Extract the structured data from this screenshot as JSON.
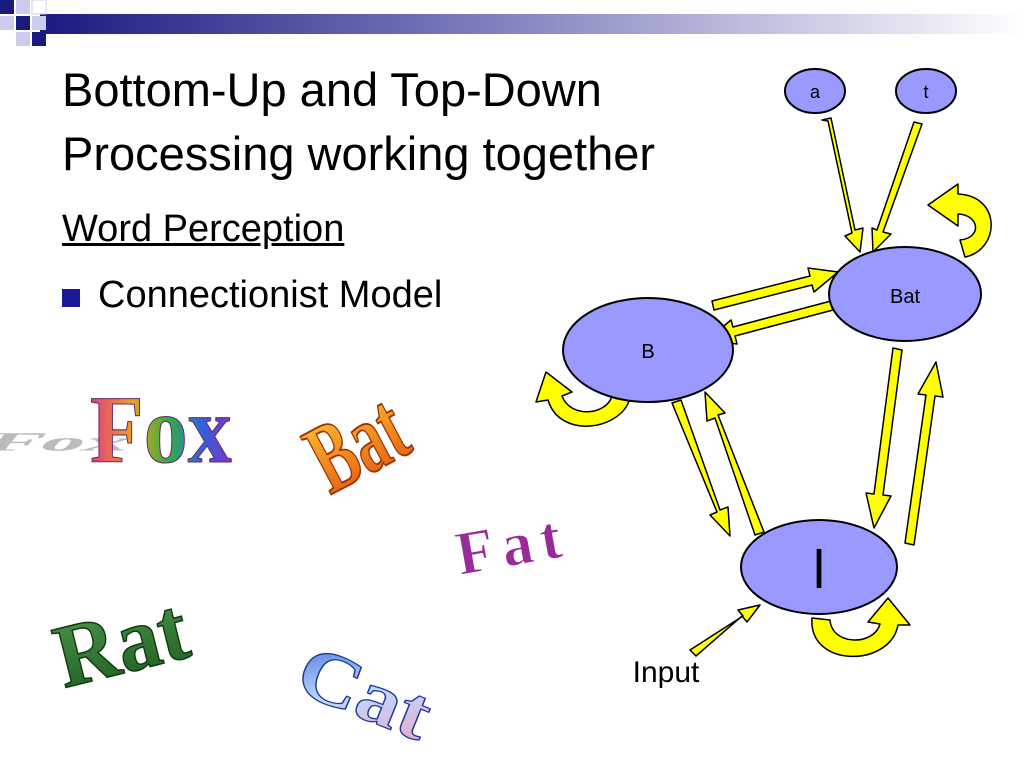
{
  "slide": {
    "title_line1": "Bottom-Up and Top-Down",
    "title_line2": "Processing working together",
    "subtitle": "Word Perception",
    "bullet": "Connectionist Model"
  },
  "diagram": {
    "node_a": "a",
    "node_t": "t",
    "node_bat": "Bat",
    "node_b": "B",
    "node_l": "l",
    "input_label": "Input"
  },
  "word_art": {
    "fox": "Fox",
    "bat": "Bat",
    "fat": "Fat",
    "rat": "Rat",
    "cat": "Cat"
  },
  "colors": {
    "node_fill": "#9999ff",
    "arrow_fill": "#ffff00",
    "bullet": "#1a1a99"
  }
}
